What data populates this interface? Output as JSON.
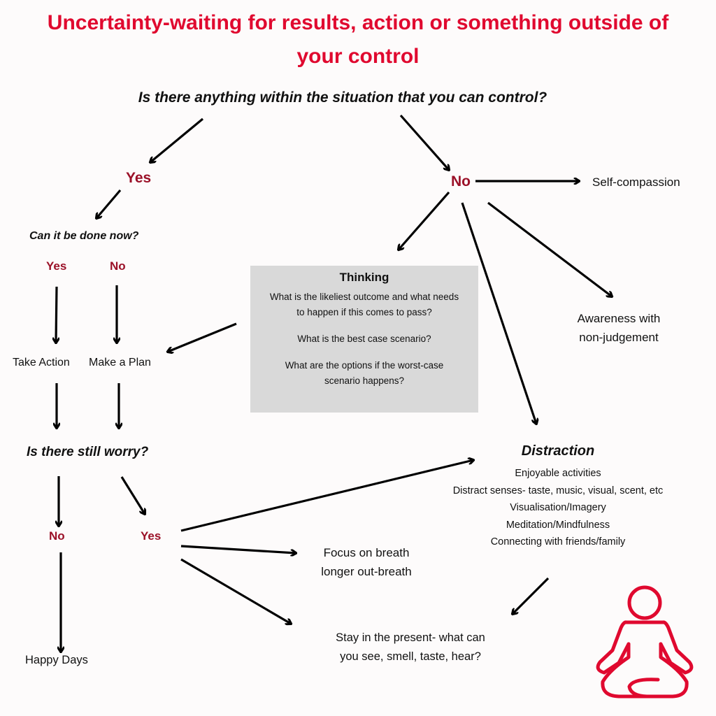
{
  "title": {
    "line1": "Uncertainty-waiting for results, action or something outside of",
    "line2": "your control"
  },
  "colors": {
    "title": "#e0092f",
    "answer": "#9b1128",
    "box": "#d9d9d9",
    "icon": "#e0092f"
  },
  "root_question": "Is there anything within the situation that you can control?",
  "yes_branch": {
    "label": "Yes",
    "question": "Can it be done now?",
    "options": [
      {
        "label": "Yes",
        "result": "Take Action"
      },
      {
        "label": "No",
        "result": "Make a Plan"
      }
    ],
    "followup_question": "Is there still worry?",
    "followup_no": {
      "label": "No",
      "result": "Happy Days"
    },
    "followup_yes": {
      "label": "Yes",
      "results": [
        "Focus on breath",
        "longer out-breath"
      ],
      "present": [
        "Stay in the present- what can",
        "you see, smell, taste, hear?"
      ]
    }
  },
  "no_branch": {
    "label": "No",
    "self_compassion": "Self-compassion",
    "awareness": [
      "Awareness with",
      "non-judgement"
    ]
  },
  "thinking": {
    "title": "Thinking",
    "q1": [
      "What is the likeliest outcome and what needs",
      "to happen if this comes to pass?"
    ],
    "q2": "What is the best case scenario?",
    "q3": [
      "What are the options if the worst-case",
      "scenario happens?"
    ]
  },
  "distraction": {
    "title": "Distraction",
    "items": [
      "Enjoyable activities",
      "Distract senses- taste, music, visual, scent, etc",
      "Visualisation/Imagery",
      "Meditation/Mindfulness",
      "Connecting with friends/family"
    ]
  },
  "icon": "meditation-person-icon"
}
